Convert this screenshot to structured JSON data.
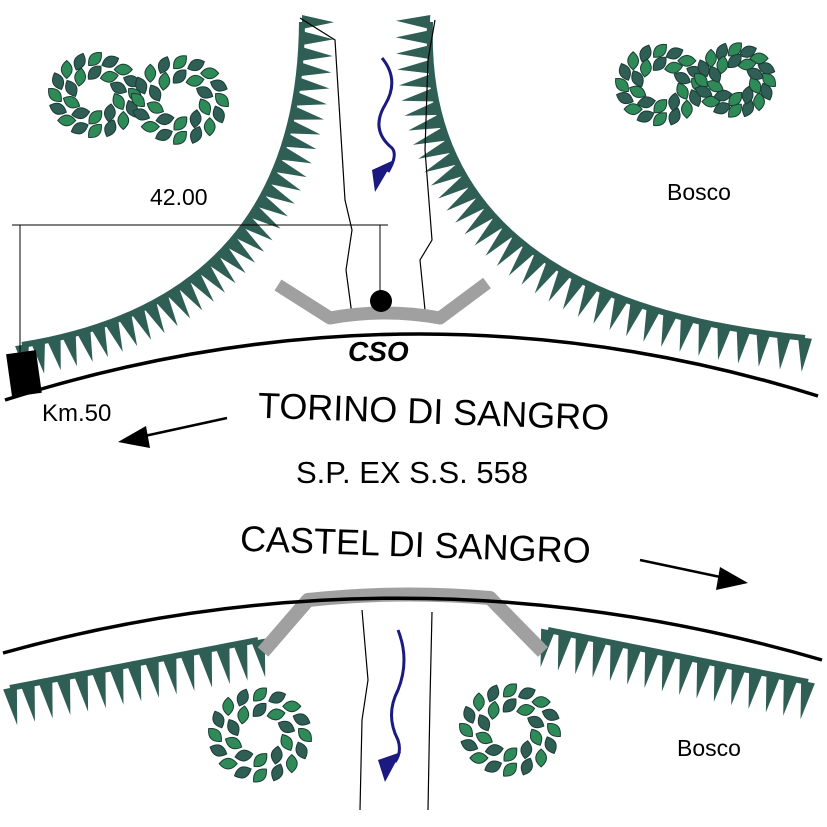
{
  "labels": {
    "dimension": "42.00",
    "bosco_top": "Bosco",
    "bosco_bottom": "Bosco",
    "cso": "CSO",
    "km": "Km.50",
    "road_north": "TORINO DI SANGRO",
    "road_id": "S.P. EX S.S. 558",
    "road_south": "CASTEL DI SANGRO"
  },
  "colors": {
    "vegetation": "#2f5e55",
    "tree_green": "#2e8b57",
    "guardrail": "#a0a0a0",
    "flow_arrow": "#1a1a80",
    "line": "#000000"
  },
  "icons": [
    "tree-cluster-icon",
    "flow-direction-arrow-icon",
    "direction-arrow-icon",
    "km-marker-icon",
    "cso-point-icon"
  ]
}
